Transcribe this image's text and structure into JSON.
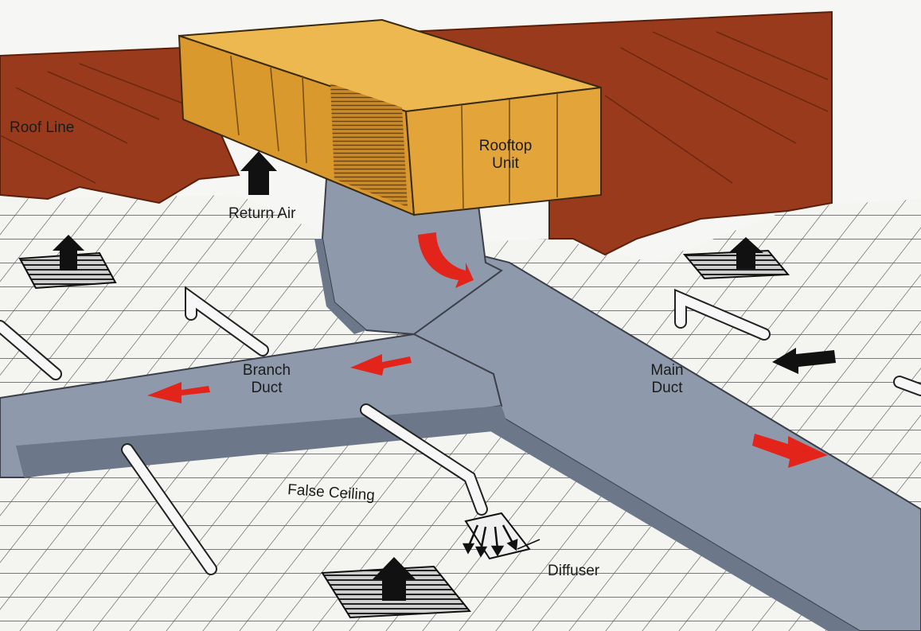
{
  "diagram": {
    "labels": {
      "roof_line": "Roof Line",
      "return_air": "Return Air",
      "rooftop_unit_line1": "Rooftop",
      "rooftop_unit_line2": "Unit",
      "branch_duct_line1": "Branch",
      "branch_duct_line2": "Duct",
      "main_duct_line1": "Main",
      "main_duct_line2": "Duct",
      "false_ceiling": "False Ceiling",
      "diffuser": "Diffuser"
    },
    "colors": {
      "roof": "#9a3a1c",
      "roof_edge": "#5a200c",
      "unit": "#e3a53a",
      "unit_dark": "#b77a1c",
      "duct": "#8e9aab",
      "duct_dark": "#6c788a",
      "ceiling_tile": "#f4f4f1",
      "grid_line": "#555555",
      "supply_arrow": "#e2241a",
      "return_arrow": "#111111",
      "pipe": "#f7f7f7"
    },
    "icons": [
      "return-air-arrow",
      "supply-air-arrow",
      "return-grille",
      "diffuser-cone"
    ]
  }
}
